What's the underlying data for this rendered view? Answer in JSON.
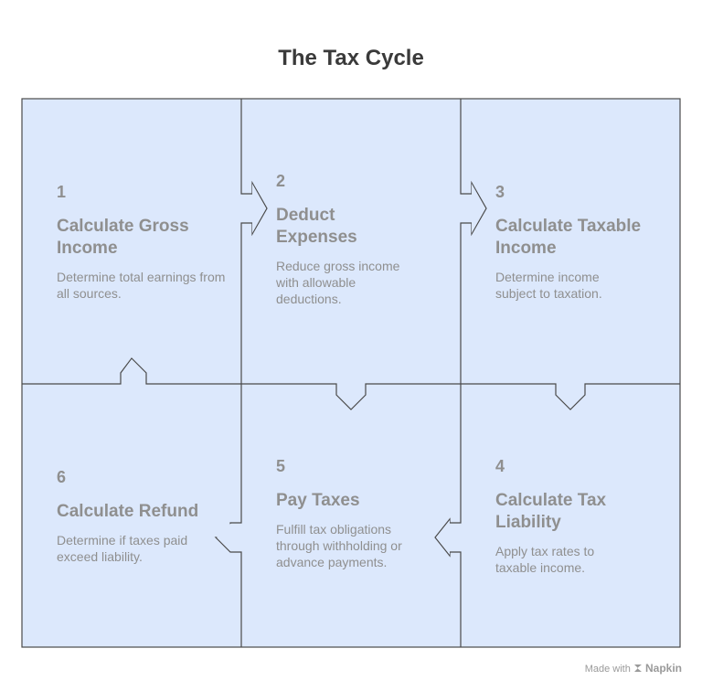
{
  "title": "The Tax Cycle",
  "colors": {
    "fill": "#dce8fc",
    "stroke": "#4a4a4a",
    "text": "#8f8f8f",
    "title": "#3a3a3a"
  },
  "steps": [
    {
      "num": "1",
      "title": "Calculate Gross Income",
      "desc": "Determine total earnings from all sources."
    },
    {
      "num": "2",
      "title": "Deduct Expenses",
      "desc": "Reduce gross income with allowable deductions."
    },
    {
      "num": "3",
      "title": "Calculate Taxable Income",
      "desc": "Determine income subject to taxation."
    },
    {
      "num": "4",
      "title": "Calculate Tax Liability",
      "desc": "Apply tax rates to taxable income."
    },
    {
      "num": "5",
      "title": "Pay Taxes",
      "desc": "Fulfill tax obligations through withholding or advance payments."
    },
    {
      "num": "6",
      "title": "Calculate Refund",
      "desc": "Determine if taxes paid exceed liability."
    }
  ],
  "footer": {
    "made_with": "Made with",
    "brand_icon": "napkin-logo-icon",
    "brand": "Napkin"
  }
}
